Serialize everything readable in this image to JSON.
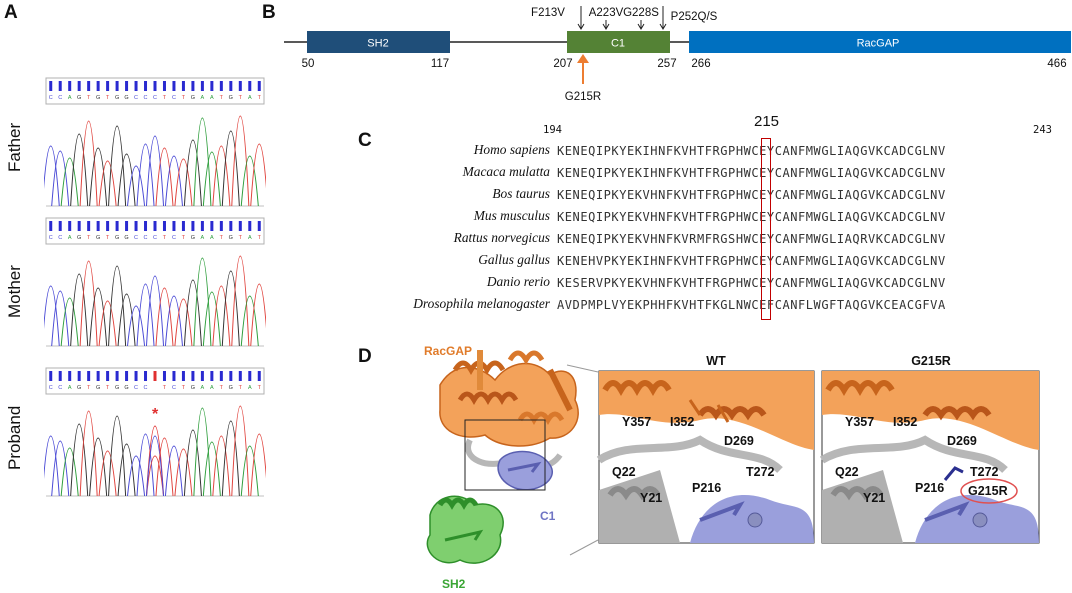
{
  "panels": {
    "a": "A",
    "b": "B",
    "c": "C",
    "d": "D"
  },
  "panel_a": {
    "rows": [
      {
        "label": "Father",
        "bases": "CCAGTGTGGCCCTCTGAATGTAT"
      },
      {
        "label": "Mother",
        "bases": "CCAGTGTGGCCCTCTGAATGTAT"
      },
      {
        "label": "Proband",
        "bases": "CCAGTGTGGCC TCTGAATGTAT"
      }
    ],
    "asterisk": "*",
    "colors": {
      "A": "#2e9e3c",
      "C": "#4a4ad6",
      "G": "#333333",
      "T": "#e0443e"
    }
  },
  "panel_b": {
    "domains": [
      {
        "name": "SH2",
        "start": 50,
        "end": 117,
        "color": "#1f4e79"
      },
      {
        "name": "C1",
        "start": 207,
        "end": 257,
        "color": "#548235"
      },
      {
        "name": "RacGAP",
        "start": 266,
        "end": 466,
        "color": "#0070c0"
      }
    ],
    "variants_top": [
      {
        "label": "F213V"
      },
      {
        "label": "A223V"
      },
      {
        "label": "G228S"
      },
      {
        "label": "P252Q/S"
      }
    ],
    "variant_bottom": {
      "label": "G215R",
      "color": "#ed7d31"
    },
    "numbers": {
      "n50": "50",
      "n117": "117",
      "n207": "207",
      "n257": "257",
      "n266": "266",
      "n466": "466"
    }
  },
  "panel_c": {
    "start": "194",
    "mid": "215",
    "end": "243",
    "rows": [
      {
        "species": "Homo sapiens",
        "seq": "KENEQIPKYEKIHNFKVHTFRGPHWCEYCANFMWGLIAQGVKCADCGLNV"
      },
      {
        "species": "Macaca mulatta",
        "seq": "KENEQIPKYEKIHNFKVHTFRGPHWCEYCANFMWGLIAQGVKCADCGLNV"
      },
      {
        "species": "Bos taurus",
        "seq": "KENEQIPKYEKVHNFKVHTFRGPHWCEYCANFMWGLIAQGVKCADCGLNV"
      },
      {
        "species": "Mus musculus",
        "seq": "KENEQIPKYEKVHNFKVHTFRGPHWCEYCANFMWGLIAQGVKCADCGLNV"
      },
      {
        "species": "Rattus norvegicus",
        "seq": "KENEQIPKYEKVHNFKVRMFRGSHWCEYCANFMWGLIAQRVKCADCGLNV"
      },
      {
        "species": "Gallus gallus",
        "seq": "KENEHVPKYEKIHNFKVHTFRGPHWCEYCANFMWGLIAQGVKCADCGLNV"
      },
      {
        "species": "Danio rerio",
        "seq": "KESERVPKYEKVHNFKVHTFRGPHWCEYCANFMWGLIAQGVKCADCGLNV"
      },
      {
        "species": "Drosophila melanogaster",
        "seq": "AVDPMPLVYEKPHHFKVHTFKGLNWCEFCANFLWGFTAQGVKCEACGFVA"
      }
    ],
    "highlight_color": "#c00000"
  },
  "panel_d": {
    "labels": {
      "racgap": "RacGAP",
      "c1": "C1",
      "sh2": "SH2",
      "wt": "WT",
      "g215r": "G215R"
    },
    "colors": {
      "racgap": "#e07b2a",
      "c1": "#6f74c4",
      "sh2": "#3aa535",
      "linker": "#b7b7b7",
      "oval": "#e05050"
    },
    "residues": {
      "y357": "Y357",
      "i352": "I352",
      "d269": "D269",
      "t272": "T272",
      "q22": "Q22",
      "y21": "Y21",
      "p216": "P216",
      "g215r": "G215R"
    }
  }
}
